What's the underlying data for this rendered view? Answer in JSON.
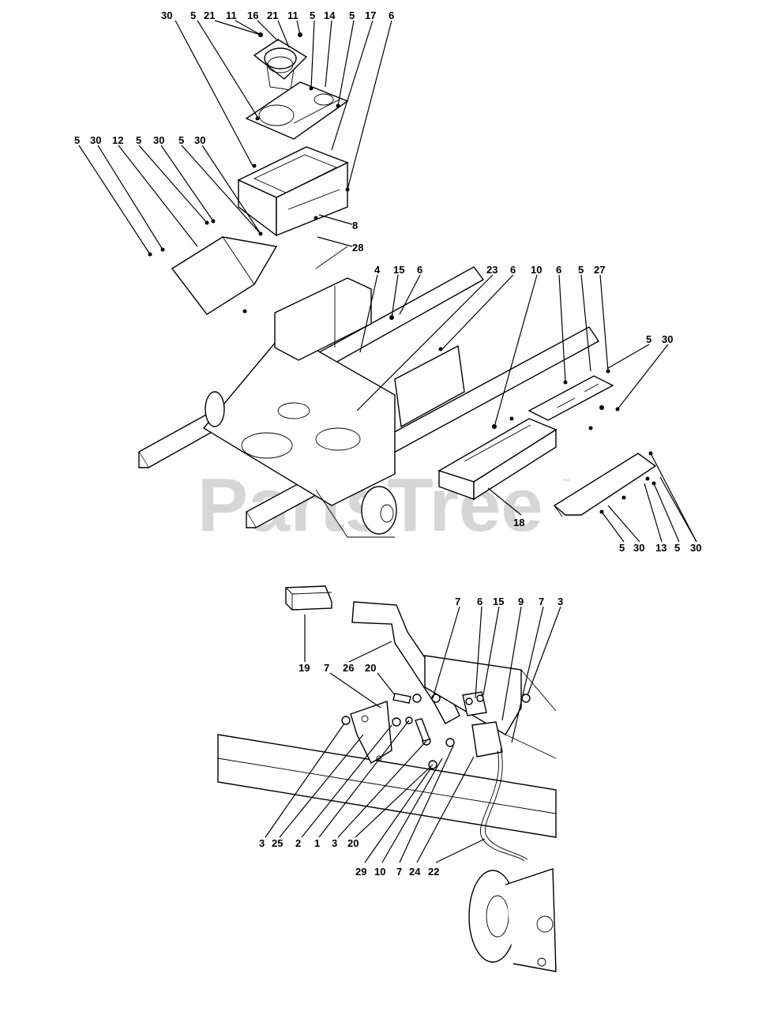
{
  "watermark": {
    "text": "PartsTree",
    "mark": "™"
  },
  "labels_top": [
    {
      "id": "t1",
      "text": "30"
    },
    {
      "id": "t2",
      "text": "5"
    },
    {
      "id": "t3",
      "text": "21"
    },
    {
      "id": "t4",
      "text": "11"
    },
    {
      "id": "t5",
      "text": "16"
    },
    {
      "id": "t6",
      "text": "21"
    },
    {
      "id": "t7",
      "text": "11"
    },
    {
      "id": "t8",
      "text": "5"
    },
    {
      "id": "t9",
      "text": "14"
    },
    {
      "id": "t10",
      "text": "5"
    },
    {
      "id": "t11",
      "text": "17"
    },
    {
      "id": "t12",
      "text": "6"
    },
    {
      "id": "t13",
      "text": "5"
    },
    {
      "id": "t14",
      "text": "30"
    },
    {
      "id": "t15",
      "text": "12"
    },
    {
      "id": "t16",
      "text": "5"
    },
    {
      "id": "t17",
      "text": "30"
    },
    {
      "id": "t18",
      "text": "5"
    },
    {
      "id": "t19",
      "text": "30"
    },
    {
      "id": "t20",
      "text": "8"
    },
    {
      "id": "t21",
      "text": "28"
    },
    {
      "id": "t22",
      "text": "4"
    },
    {
      "id": "t23",
      "text": "15"
    },
    {
      "id": "t24",
      "text": "6"
    },
    {
      "id": "t25",
      "text": "23"
    },
    {
      "id": "t26",
      "text": "6"
    },
    {
      "id": "t27",
      "text": "10"
    },
    {
      "id": "t28",
      "text": "6"
    },
    {
      "id": "t29",
      "text": "5"
    },
    {
      "id": "t30",
      "text": "27"
    },
    {
      "id": "t31",
      "text": "5"
    },
    {
      "id": "t32",
      "text": "30"
    },
    {
      "id": "t33",
      "text": "18"
    },
    {
      "id": "t34",
      "text": "5"
    },
    {
      "id": "t35",
      "text": "30"
    },
    {
      "id": "t36",
      "text": "13"
    },
    {
      "id": "t37",
      "text": "5"
    },
    {
      "id": "t38",
      "text": "30"
    }
  ],
  "labels_bottom": [
    {
      "id": "b1",
      "text": "19"
    },
    {
      "id": "b2",
      "text": "26"
    },
    {
      "id": "b3",
      "text": "20"
    },
    {
      "id": "b4",
      "text": "7"
    },
    {
      "id": "b5",
      "text": "7"
    },
    {
      "id": "b6",
      "text": "6"
    },
    {
      "id": "b7",
      "text": "15"
    },
    {
      "id": "b8",
      "text": "9"
    },
    {
      "id": "b9",
      "text": "7"
    },
    {
      "id": "b10",
      "text": "3"
    },
    {
      "id": "b11",
      "text": "3"
    },
    {
      "id": "b12",
      "text": "25"
    },
    {
      "id": "b13",
      "text": "2"
    },
    {
      "id": "b14",
      "text": "1"
    },
    {
      "id": "b15",
      "text": "3"
    },
    {
      "id": "b16",
      "text": "20"
    },
    {
      "id": "b17",
      "text": "29"
    },
    {
      "id": "b18",
      "text": "10"
    },
    {
      "id": "b19",
      "text": "7"
    },
    {
      "id": "b20",
      "text": "24"
    },
    {
      "id": "b21",
      "text": "22"
    }
  ]
}
